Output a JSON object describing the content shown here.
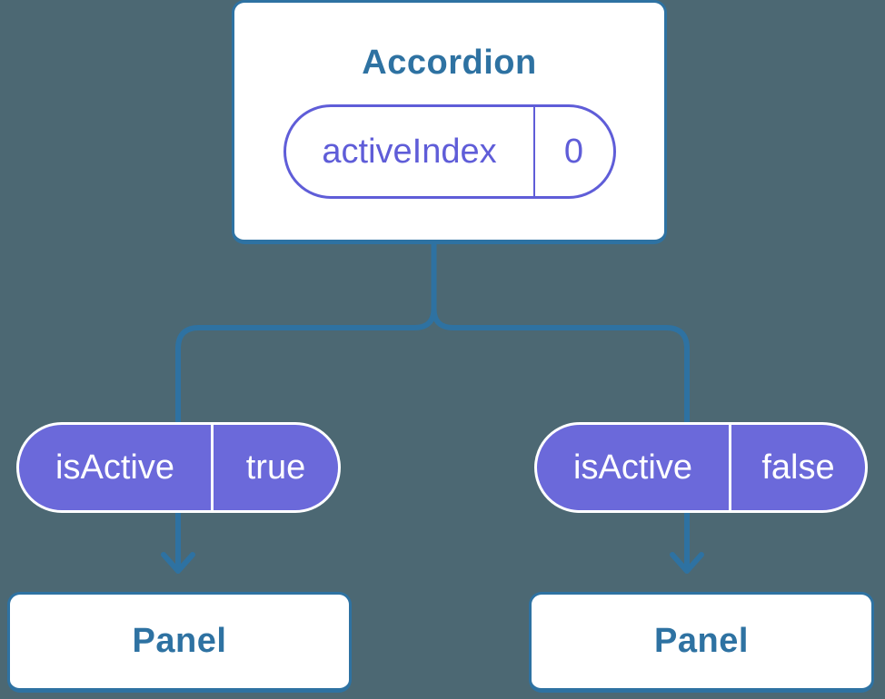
{
  "tree": {
    "root": {
      "title": "Accordion",
      "state": {
        "name": "activeIndex",
        "value": "0"
      }
    },
    "children": [
      {
        "prop": {
          "name": "isActive",
          "value": "true"
        },
        "label": "Panel"
      },
      {
        "prop": {
          "name": "isActive",
          "value": "false"
        },
        "label": "Panel"
      }
    ]
  },
  "colors": {
    "background": "#4C6873",
    "node_border": "#2E72A2",
    "node_text": "#2E72A2",
    "connector": "#2E72A2",
    "state_accent": "#5F5DD8",
    "prop_fill": "#6B69DA",
    "prop_text": "#FFFFFF"
  }
}
